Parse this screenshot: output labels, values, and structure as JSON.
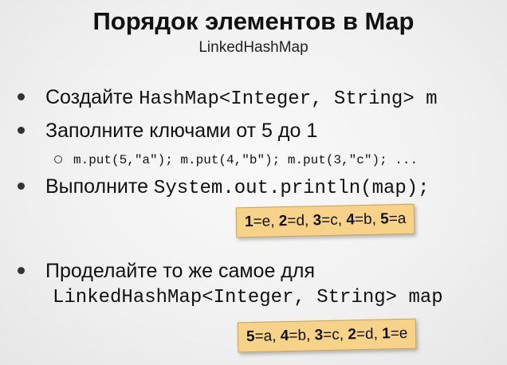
{
  "slide": {
    "title": "Порядок элементов в Map",
    "subtitle": "LinkedHashMap",
    "bullets": [
      {
        "text": "Создайте ",
        "code": "HashMap<Integer, String> m"
      },
      {
        "text": "Заполните ключами от 5 до 1"
      },
      {
        "text": "Выполните ",
        "code": "System.out.println(map);"
      },
      {
        "text": "Проделайте то же самое для"
      }
    ],
    "sub_bullet": "m.put(5,\"a\"); m.put(4,\"b\"); m.put(3,\"c\"); ...",
    "bullet4_code_line": "LinkedHashMap<Integer, String> map",
    "note1": [
      {
        "k": "1",
        "v": "=e, "
      },
      {
        "k": "2",
        "v": "=d, "
      },
      {
        "k": "3",
        "v": "=c, "
      },
      {
        "k": "4",
        "v": "=b, "
      },
      {
        "k": "5",
        "v": "=a"
      }
    ],
    "note2": [
      {
        "k": "5",
        "v": "=a, "
      },
      {
        "k": "4",
        "v": "=b, "
      },
      {
        "k": "3",
        "v": "=c, "
      },
      {
        "k": "2",
        "v": "=d, "
      },
      {
        "k": "1",
        "v": "=e"
      }
    ],
    "note_color": "#f7d38a"
  }
}
